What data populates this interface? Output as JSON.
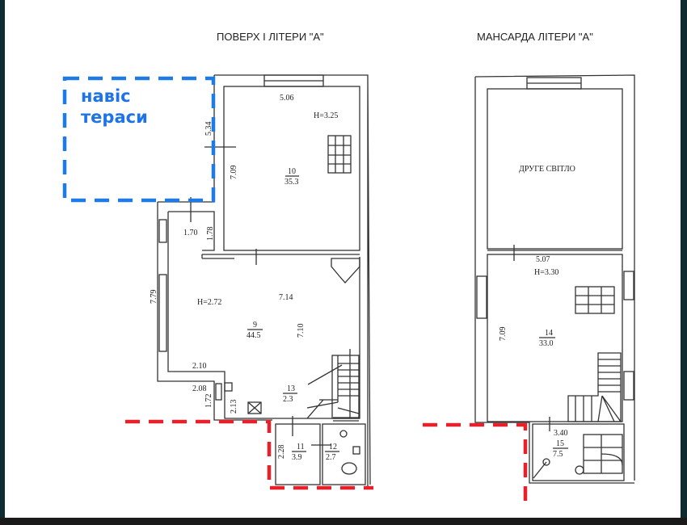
{
  "titles": {
    "ground_floor": "ПОВЕРХ  І  ЛІТЕРИ \"А\"",
    "attic": "МАНСАРДА  ЛІТЕРИ \"А\""
  },
  "annotation": {
    "line1": "навіс",
    "line2": "тераси",
    "color": "#1e7be6",
    "boundary_color": "#e8202a"
  },
  "ground_floor": {
    "rooms": [
      {
        "number": "10",
        "area": "35.3",
        "height": "H=3.25"
      },
      {
        "number": "9",
        "area": "44.5",
        "height": "H=2.72"
      },
      {
        "number": "13",
        "area": "2.3"
      },
      {
        "number": "11",
        "area": "3.9"
      },
      {
        "number": "12",
        "area": "2.7"
      }
    ],
    "dimensions": {
      "d506": "5.06",
      "d534": "5.34",
      "d709": "7.09",
      "d170": "1.70",
      "d178": "1.78",
      "d779": "7.79",
      "d714": "7.14",
      "d710": "7.10",
      "d210": "2.10",
      "d208": "2.08",
      "d172": "1.72",
      "d213": "2.13",
      "d228": "2.28"
    }
  },
  "attic": {
    "second_light": "ДРУГЕ  СВІТЛО",
    "rooms": [
      {
        "number": "14",
        "area": "33.0",
        "height": "H=3.30"
      },
      {
        "number": "15",
        "area": "7.5"
      }
    ],
    "dimensions": {
      "d507": "5.07",
      "d709": "7.09",
      "d340": "3.40"
    }
  }
}
